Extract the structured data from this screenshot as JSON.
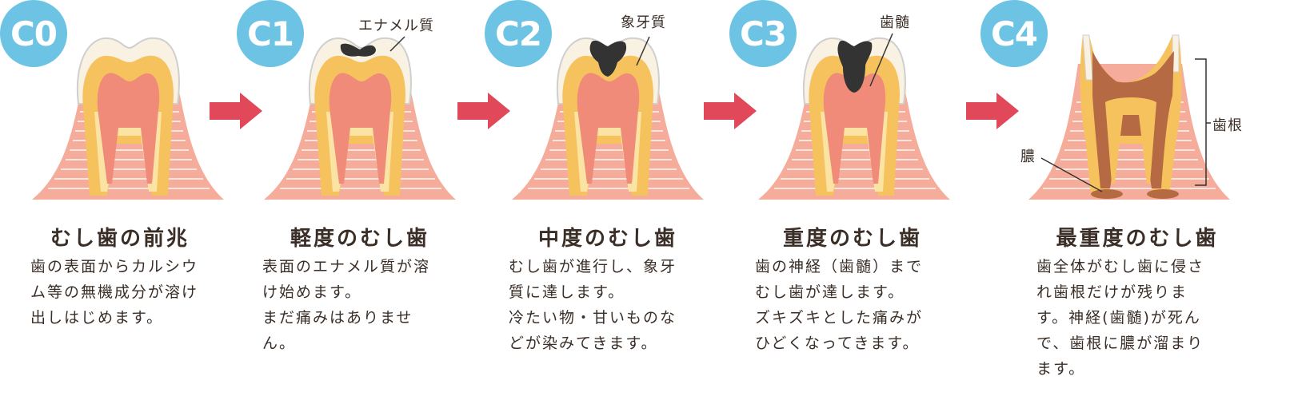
{
  "colors": {
    "badge": "#6cc3e3",
    "arrow": "#e1485a",
    "gum": "#f6ac9a",
    "gum_lines": "#f7c4b6",
    "enamel": "#f9f1e2",
    "dentin": "#f6c25e",
    "pulp": "#ef8b78",
    "decay": "#333333",
    "decay_c4": "#b66a43"
  },
  "stages": [
    {
      "badge": "C0",
      "title": "むし歯の前兆",
      "description": "歯の表面からカルシウ\nム等の無機成分が溶け\n出しはじめます。",
      "labels": []
    },
    {
      "badge": "C1",
      "title": "軽度のむし歯",
      "description": "表面のエナメル質が溶\nけ始めます。\nまだ痛みはありませ\nん。",
      "labels": [
        "エナメル質"
      ]
    },
    {
      "badge": "C2",
      "title": "中度のむし歯",
      "description": "むし歯が進行し、象牙\n質に達します。\n冷たい物・甘いものな\nどが染みてきます。",
      "labels": [
        "象牙質"
      ]
    },
    {
      "badge": "C3",
      "title": "重度のむし歯",
      "description": "歯の神経（歯髄）まで\nむし歯が達します。\nズキズキとした痛みが\nひどくなってきます。",
      "labels": [
        "歯髄"
      ]
    },
    {
      "badge": "C4",
      "title": "最重度のむし歯",
      "description": "歯全体がむし歯に侵さ\nれ歯根だけが残りま\nす。神経(歯髄)が死ん\nで、歯根に膿が溜まり\nます。",
      "labels": [
        "歯根",
        "膿"
      ]
    }
  ]
}
